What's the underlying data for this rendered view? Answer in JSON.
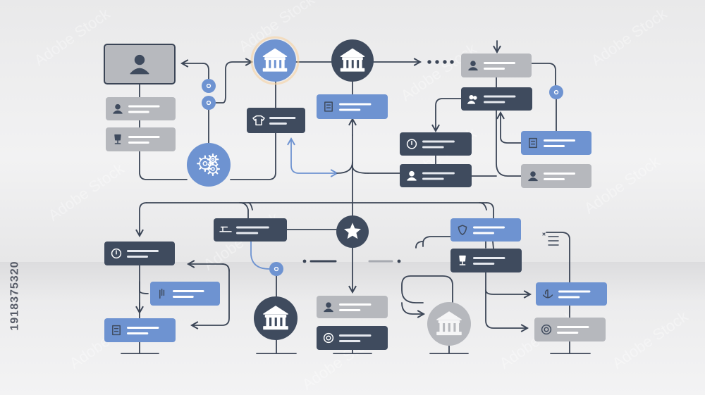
{
  "side_id": "1918375320",
  "watermark": "Adobe Stock",
  "colors": {
    "dark": "#3f4b5e",
    "blue": "#6e93d1",
    "gray": "#b6b8bd",
    "line": "#3b4556",
    "line_blue": "#6e93d1",
    "bar_on_dark": "#e6e9ef",
    "bar_on_light": "#ffffff"
  },
  "nodes": [
    {
      "id": "profile-card",
      "kind": "rect",
      "style": "gray-outline",
      "icon": "person-icon"
    },
    {
      "id": "gray-card-1",
      "kind": "rect",
      "style": "gray",
      "icon": "person-icon"
    },
    {
      "id": "gray-card-2",
      "kind": "rect",
      "style": "gray",
      "icon": "trophy-icon"
    },
    {
      "id": "blue-circle-building",
      "kind": "circle",
      "style": "blue",
      "icon": "building-icon"
    },
    {
      "id": "dark-circle-building-top",
      "kind": "circle",
      "style": "dark",
      "icon": "building-icon"
    },
    {
      "id": "blue-badge-top",
      "kind": "rect",
      "style": "blue",
      "icon": "document-icon"
    },
    {
      "id": "dark-card-shirt",
      "kind": "rect",
      "style": "dark",
      "icon": "shirt-icon"
    },
    {
      "id": "gears-circle",
      "kind": "circle",
      "style": "blue",
      "icon": "gears-icon"
    },
    {
      "id": "top-right-gray-1",
      "kind": "rect",
      "style": "gray",
      "icon": "person-icon"
    },
    {
      "id": "top-right-dark-1",
      "kind": "rect",
      "style": "dark",
      "icon": "people-icon"
    },
    {
      "id": "mid-dark-1",
      "kind": "rect",
      "style": "dark",
      "icon": "power-icon"
    },
    {
      "id": "mid-dark-2",
      "kind": "rect",
      "style": "dark",
      "icon": "user-icon"
    },
    {
      "id": "right-blue-1",
      "kind": "rect",
      "style": "blue",
      "icon": "box-icon"
    },
    {
      "id": "right-gray-1",
      "kind": "rect",
      "style": "gray",
      "icon": "person-icon"
    },
    {
      "id": "center-dark-card",
      "kind": "rect",
      "style": "dark",
      "icon": "tool-icon"
    },
    {
      "id": "star-circle",
      "kind": "circle",
      "style": "dark",
      "icon": "star-icon"
    },
    {
      "id": "left-dark-power",
      "kind": "rect",
      "style": "dark",
      "icon": "power-icon"
    },
    {
      "id": "left-blue-2",
      "kind": "rect",
      "style": "blue",
      "icon": "hand-icon"
    },
    {
      "id": "left-blue-3",
      "kind": "rect",
      "style": "blue",
      "icon": "chart-icon"
    },
    {
      "id": "dark-circle-building-bottom",
      "kind": "circle",
      "style": "dark",
      "icon": "building-icon"
    },
    {
      "id": "center-gray-1",
      "kind": "rect",
      "style": "gray",
      "icon": "person-icon"
    },
    {
      "id": "center-dark-2",
      "kind": "rect",
      "style": "dark",
      "icon": "target-icon"
    },
    {
      "id": "gray-circle-house",
      "kind": "circle",
      "style": "gray",
      "icon": "house-icon"
    },
    {
      "id": "right-blue-shield",
      "kind": "rect",
      "style": "blue",
      "icon": "shield-icon"
    },
    {
      "id": "right-dark-bottle",
      "kind": "rect",
      "style": "dark",
      "icon": "bottle-icon"
    },
    {
      "id": "right-blue-leaf",
      "kind": "rect",
      "style": "blue",
      "icon": "leaf-icon"
    },
    {
      "id": "right-gray-ring",
      "kind": "rect",
      "style": "gray",
      "icon": "ring-icon"
    },
    {
      "id": "dot-blue-1",
      "kind": "dot",
      "style": "blue",
      "icon": "link-icon"
    },
    {
      "id": "dot-blue-2",
      "kind": "dot",
      "style": "blue",
      "icon": "link-icon"
    },
    {
      "id": "dot-blue-3",
      "kind": "dot",
      "style": "blue",
      "icon": "link-icon"
    },
    {
      "id": "dot-blue-4",
      "kind": "dot",
      "style": "blue",
      "icon": "link-icon"
    },
    {
      "id": "list-icon",
      "kind": "glyph",
      "style": "line",
      "icon": "list-icon"
    }
  ]
}
